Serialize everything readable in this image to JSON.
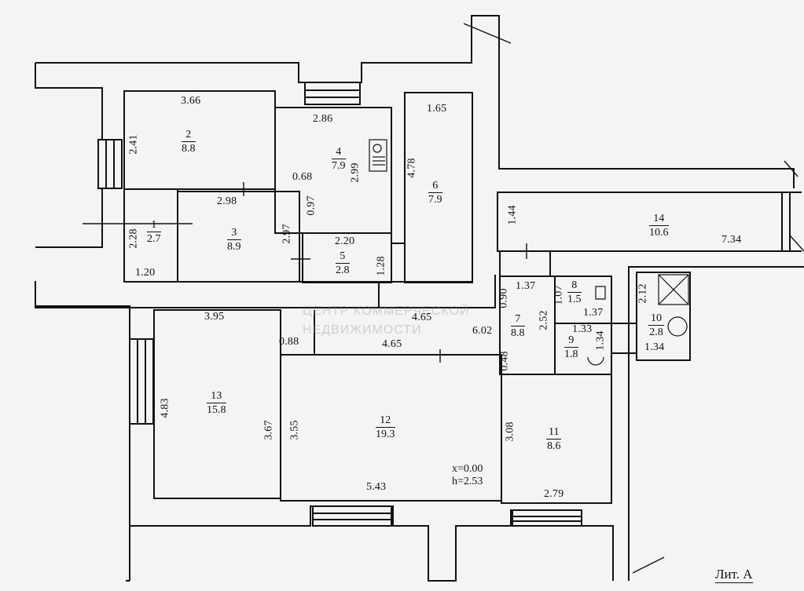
{
  "rooms": [
    {
      "num": "1",
      "area": "2.7"
    },
    {
      "num": "2",
      "area": "8.8"
    },
    {
      "num": "3",
      "area": "8.9"
    },
    {
      "num": "4",
      "area": "7.9"
    },
    {
      "num": "5",
      "area": "2.8"
    },
    {
      "num": "6",
      "area": "7.9"
    },
    {
      "num": "7",
      "area": "8.8"
    },
    {
      "num": "8",
      "area": "1.5"
    },
    {
      "num": "9",
      "area": "1.8"
    },
    {
      "num": "10",
      "area": "2.8"
    },
    {
      "num": "11",
      "area": "8.6"
    },
    {
      "num": "12",
      "area": "19.3"
    },
    {
      "num": "13",
      "area": "15.8"
    },
    {
      "num": "14",
      "area": "10.6"
    }
  ],
  "dims": [
    "3.66",
    "2.41",
    "2.86",
    "0.68",
    "2.99",
    "0.97",
    "1.65",
    "4.78",
    "2.98",
    "2.28",
    "2.97",
    "1.20",
    "2.20",
    "1.28",
    "1.44",
    "7.34",
    "1.37",
    "0.90",
    "1.07",
    "2.52",
    "1.37",
    "1.33",
    "1.34",
    "2.12",
    "1.34",
    "0.48",
    "3.95",
    "0.88",
    "4.65",
    "4.65",
    "6.02",
    "4.83",
    "3.67",
    "3.55",
    "3.08",
    "5.43",
    "2.79"
  ],
  "height_note": {
    "x": "x=0.00",
    "h": "h=2.53"
  },
  "sheet_label": "Лит. А",
  "watermark": [
    "ЦЕНТР КОММЕРЧЕСКОЙ",
    "НЕДВИЖИМОСТИ"
  ]
}
